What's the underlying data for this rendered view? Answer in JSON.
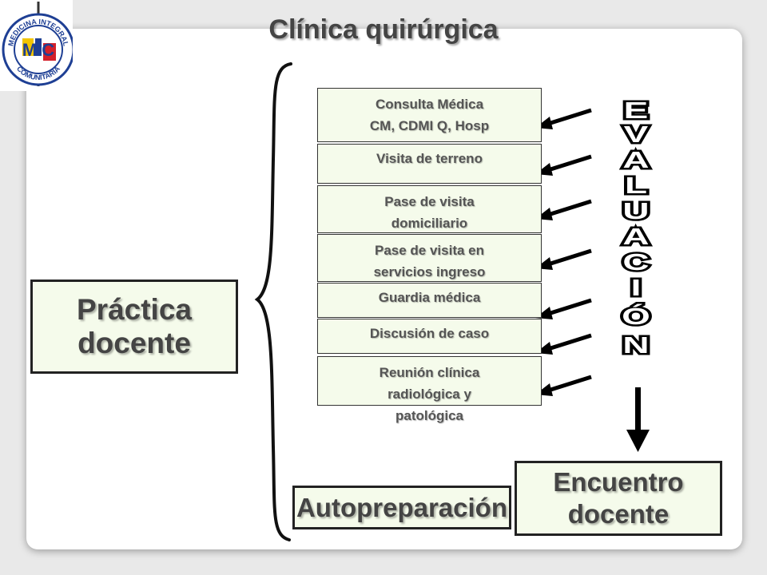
{
  "title": "Clínica quirúrgica",
  "logo": {
    "top_text": "MEDICINA INTEGRAL",
    "bottom_text": "COMUNITARIA",
    "letters": "MIC"
  },
  "practica": {
    "line1": "Práctica",
    "line2": "docente"
  },
  "activities": [
    {
      "lines": [
        "Consulta Médica",
        "CM, CDMI Q, Hosp"
      ]
    },
    {
      "lines": [
        "Visita de terreno"
      ]
    },
    {
      "lines": [
        "Pase de visita",
        "domiciliario"
      ]
    },
    {
      "lines": [
        "Pase de visita en",
        "servicios ingreso"
      ]
    },
    {
      "lines": [
        "Guardia médica"
      ]
    },
    {
      "lines": [
        "Discusión de caso"
      ]
    },
    {
      "lines": [
        "Reunión clínica",
        "radiológica y",
        "patológica"
      ]
    }
  ],
  "evaluacion_letters": [
    "E",
    "V",
    "A",
    "L",
    "U",
    "A",
    "C",
    "I",
    "Ó",
    "N"
  ],
  "encuentro": {
    "line1": "Encuentro",
    "line2": "docente"
  },
  "autopreparacion": "Autopreparación",
  "colors": {
    "box_fill": "#f5fbeb",
    "text": "#444444",
    "logo_red": "#d4202a",
    "logo_blue": "#1e3f94",
    "logo_yellow": "#f2c500"
  }
}
